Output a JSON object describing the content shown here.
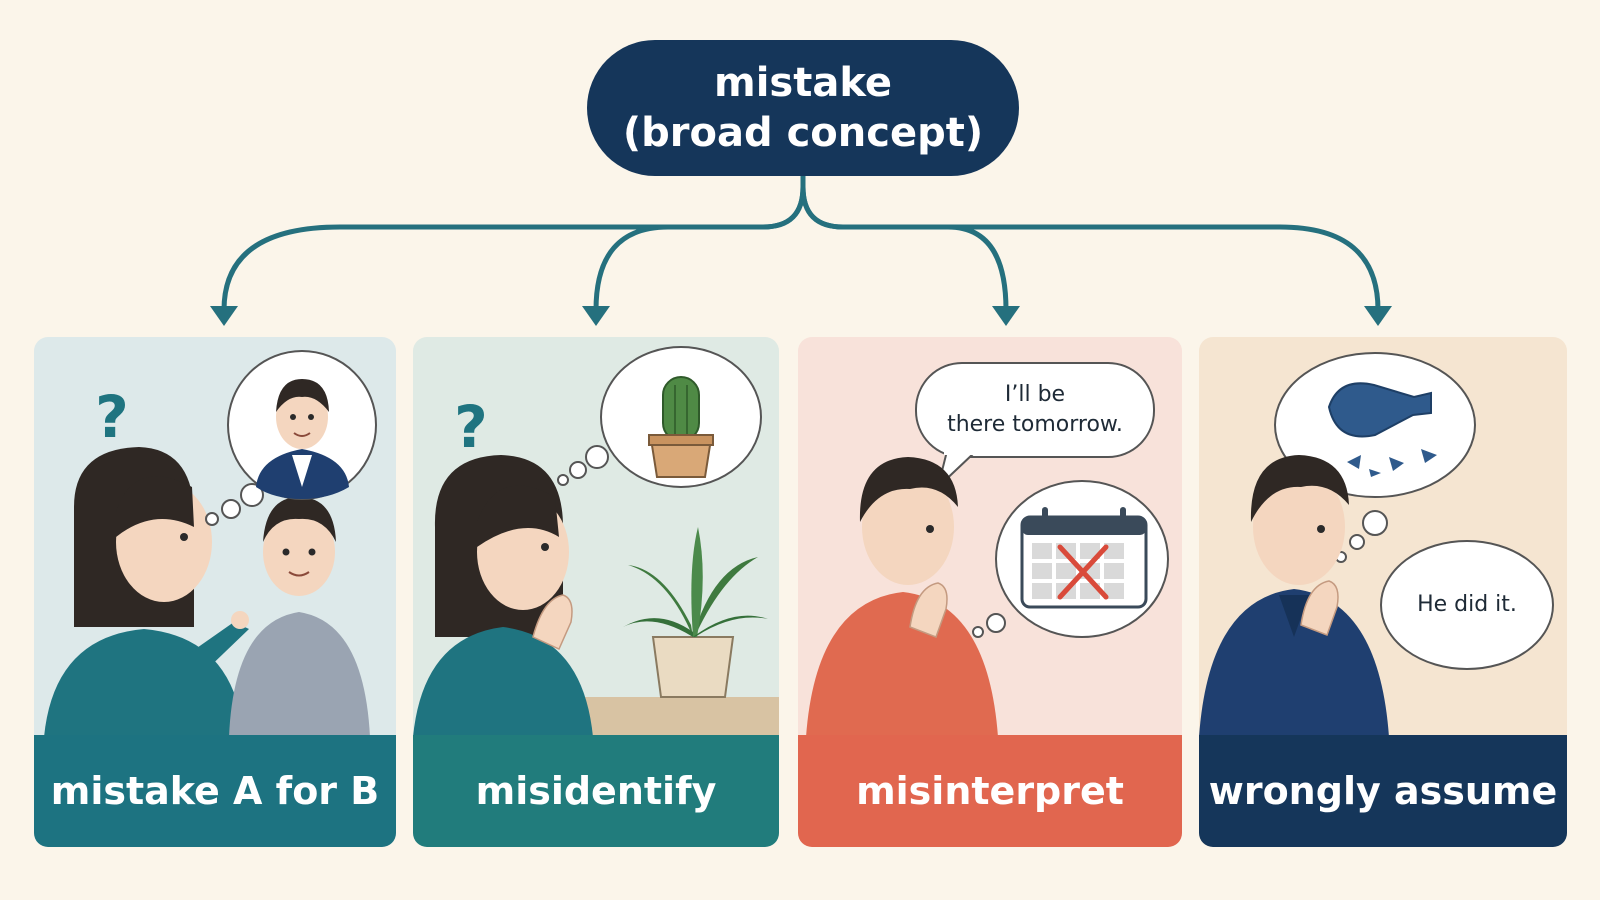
{
  "root": {
    "line1": "mistake",
    "line2": "(broad concept)"
  },
  "colors": {
    "navy": "#15365a",
    "teal": "#1f7480",
    "arrow": "#25707e",
    "coral": "#e1664f",
    "background": "#fbf5ea"
  },
  "cards": [
    {
      "label": "mistake A for B",
      "icons": [
        "question-mark-icon",
        "pointing-person",
        "friend-thought-icon"
      ]
    },
    {
      "label": "misidentify",
      "icons": [
        "question-mark-icon",
        "cactus-thought-icon",
        "potted-plant"
      ]
    },
    {
      "label": "misinterpret",
      "speech": {
        "line1": "I’ll be",
        "line2": "there tomorrow."
      },
      "icons": [
        "calendar-x-icon"
      ]
    },
    {
      "label": "wrongly assume",
      "thought": "He did it.",
      "icons": [
        "broken-vase-icon"
      ]
    }
  ]
}
